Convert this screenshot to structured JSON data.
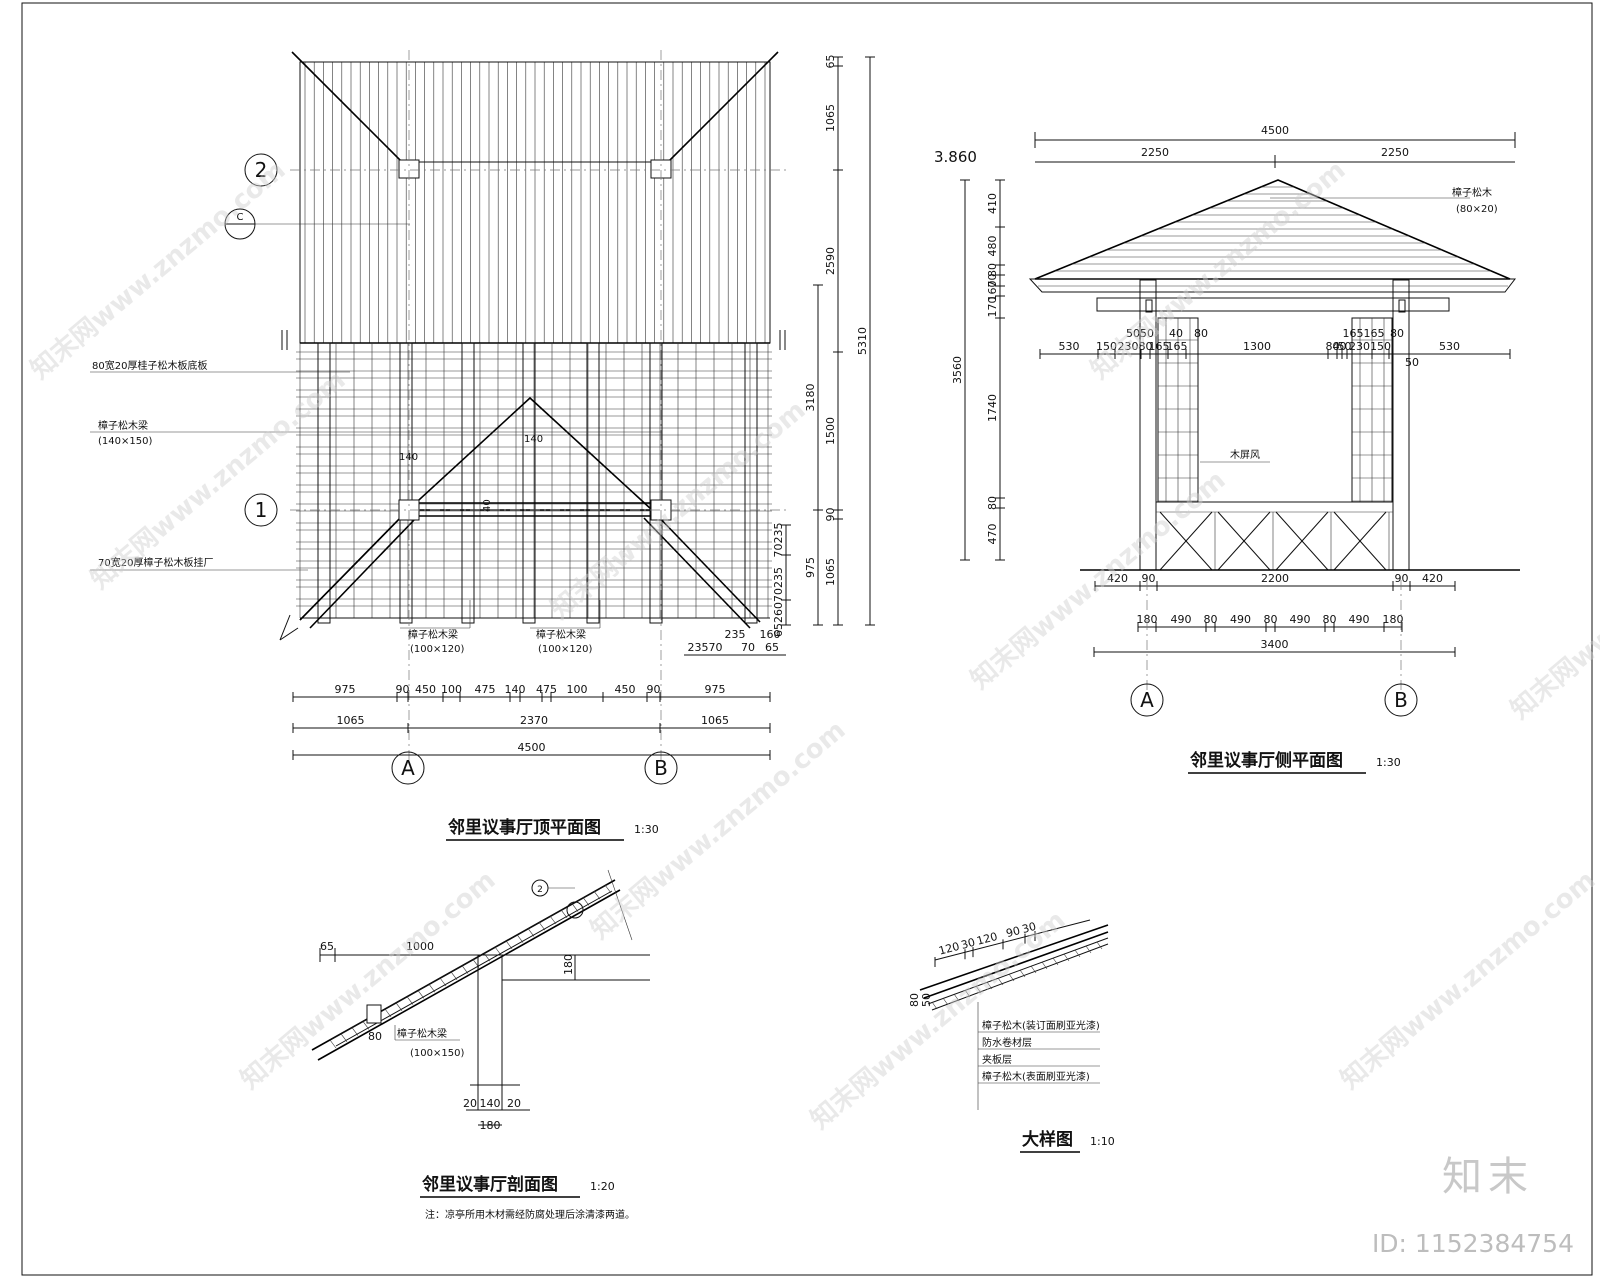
{
  "drawings": {
    "top_plan": {
      "title": "邻里议事厅顶平面图",
      "scale": "1:30",
      "axes": [
        "2",
        "1",
        "A",
        "B"
      ],
      "detail_tag": "C",
      "labels": {
        "deck": "80宽20厚桂子松木板底板",
        "main_beam": "樟子松木梁",
        "main_beam_size": "(140×150)",
        "batten": "70宽20厚樟子松木板挂厂",
        "beam_a": "樟子松木梁",
        "beam_a_size": "(100×120)",
        "beam_b": "樟子松木梁",
        "beam_b_size": "(100×120)",
        "mark_140a": "140",
        "mark_140b": "140",
        "mark_40": "40"
      },
      "dims_bottom_1": [
        "975",
        "90",
        "450",
        "100",
        "475",
        "140",
        "475",
        "100",
        "450",
        "90",
        "975"
      ],
      "dims_bottom_2": [
        "1065",
        "2370",
        "1065"
      ],
      "dims_bottom_3": "4500",
      "dims_right_1": [
        "65",
        "1065",
        "2590",
        "3180",
        "1500",
        "90",
        "975",
        "1065"
      ],
      "dims_right_2": "5310",
      "dims_right_small": [
        "70235",
        "235",
        "6526070"
      ],
      "dims_under_small": [
        "235",
        "160",
        "23570",
        "70",
        "65"
      ]
    },
    "side_elevation": {
      "title": "邻里议事厅侧平面图",
      "scale": "1:30",
      "axes": [
        "A",
        "B"
      ],
      "level": "3.860",
      "labels": {
        "ridge": "樟子松木",
        "ridge_size": "(80×20)",
        "screen": "木屏风"
      },
      "dims_top": "4500",
      "dims_top_halves": [
        "2250",
        "2250"
      ],
      "dims_left": [
        "410",
        "480",
        "80",
        "70",
        "160",
        "170",
        "3560",
        "1740",
        "80",
        "470"
      ],
      "dims_mid": [
        "530",
        "150",
        "230",
        "80",
        "165",
        "165",
        "1300",
        "80",
        "40",
        "50",
        "230",
        "150",
        "530"
      ],
      "dims_mid_top": [
        "5050",
        "40",
        "80",
        "165",
        "165",
        "80"
      ],
      "dims_mid_sub": "50",
      "dims_base": [
        "420",
        "90",
        "2200",
        "90",
        "420"
      ],
      "dims_lower": [
        "180",
        "490",
        "80",
        "490",
        "80",
        "490",
        "80",
        "490",
        "180"
      ],
      "dims_total": "3400"
    },
    "section": {
      "title": "邻里议事厅剖面图",
      "scale": "1:20",
      "note": "注：凉亭所用木材需经防腐处理后涂清漆两道。",
      "labels": {
        "beam": "樟子松木梁",
        "beam_size": "(100×150)"
      },
      "dims": [
        "65",
        "1000",
        "180",
        "80",
        "20",
        "140",
        "20",
        "180"
      ],
      "callout": "2"
    },
    "detail": {
      "title": "大样图",
      "scale": "1:10",
      "dims": [
        "120",
        "30",
        "120",
        "90",
        "30"
      ],
      "dims_side": [
        "80",
        "50"
      ],
      "layers": [
        "樟子松木(装订面刷亚光漆)",
        "防水卷材层",
        "夹板层",
        "樟子松木(表面刷亚光漆)"
      ]
    }
  },
  "watermark": {
    "text": "知末网www.znzmo.com",
    "brand": "知末",
    "id": "ID: 1152384754"
  }
}
